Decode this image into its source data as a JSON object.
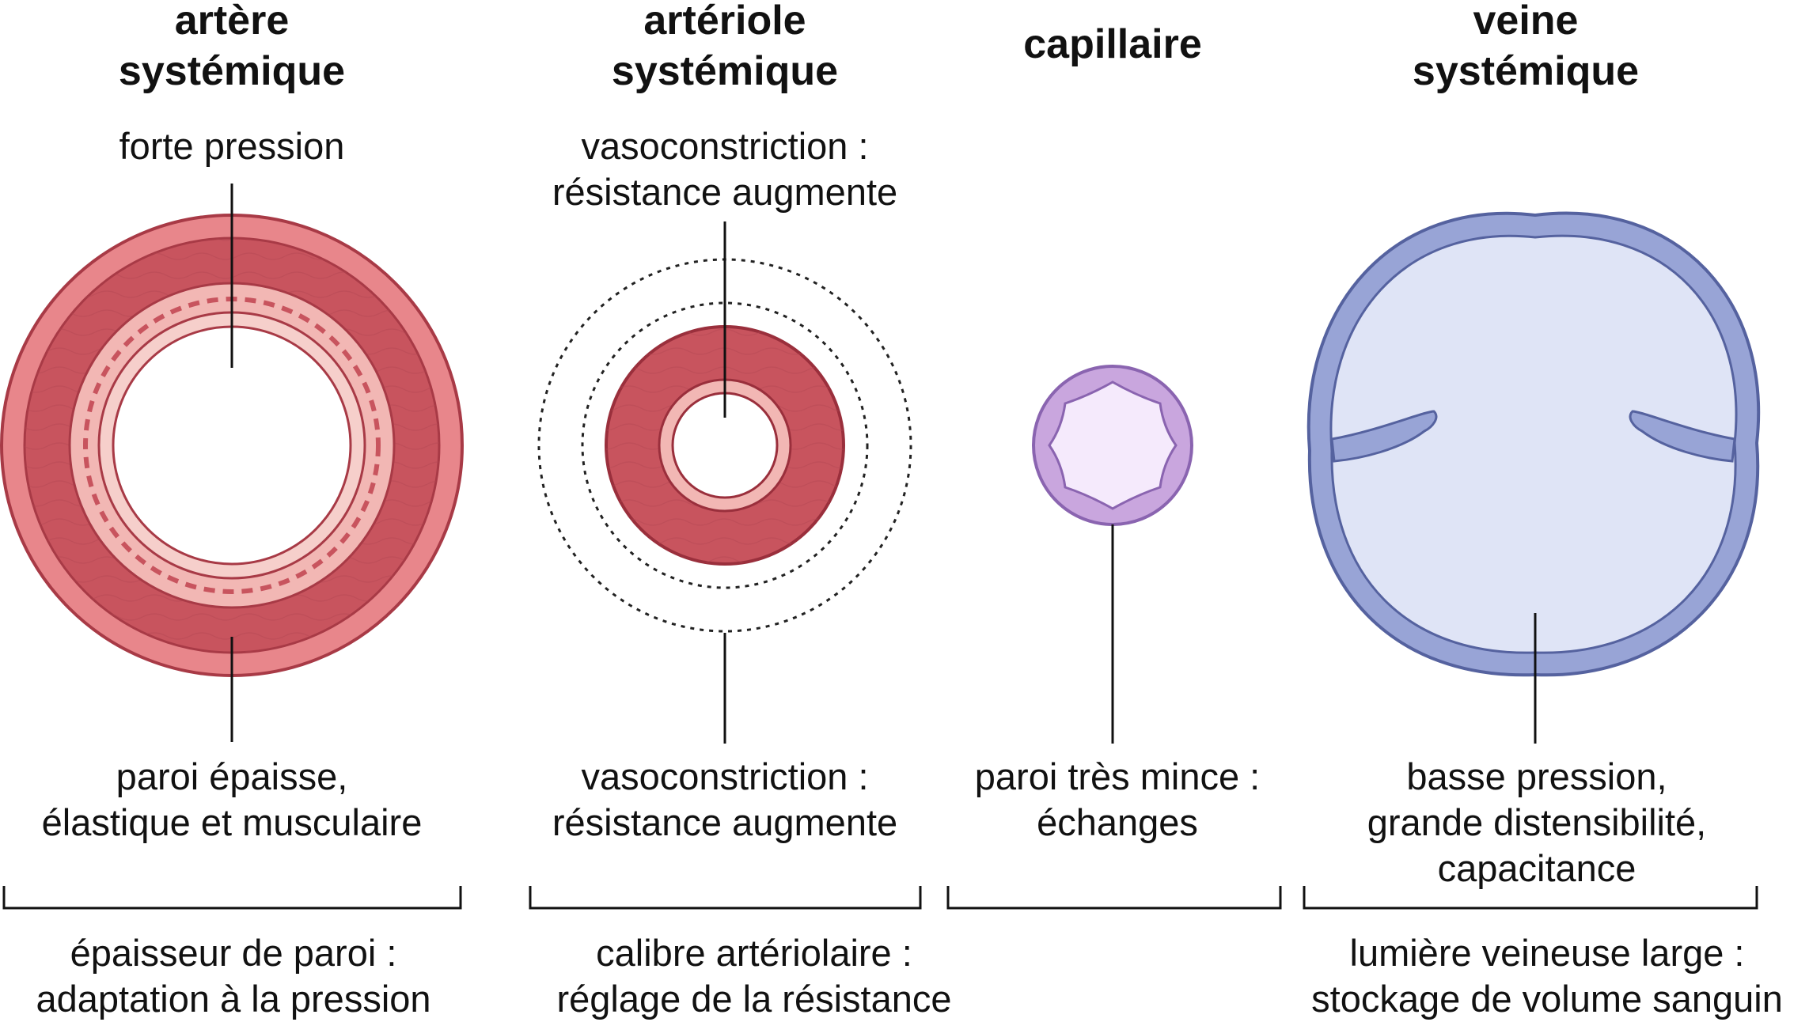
{
  "columns": [
    {
      "id": "artery",
      "title": [
        "artère",
        "systémique"
      ],
      "top_label": [
        "forte pression"
      ],
      "bottom_label": [
        "paroi épaisse,",
        "élastique et musculaire"
      ],
      "summary": [
        "épaisseur de paroi :",
        "adaptation à la pression"
      ],
      "colors": {
        "outer": "#e8868b",
        "media": "#c8545e",
        "inner": "#f2b7b4",
        "stroke": "#a83a46"
      }
    },
    {
      "id": "arteriole",
      "title": [
        "artériole",
        "systémique"
      ],
      "top_label": [
        "vasoconstriction :",
        "résistance augmente"
      ],
      "bottom_label": [
        "vasoconstriction :",
        "résistance augmente"
      ],
      "summary": [
        "calibre artériolaire :",
        "réglage de la résistance"
      ],
      "colors": {
        "media": "#c8545e",
        "inner": "#f2b7b4",
        "stroke": "#9a2f3c"
      }
    },
    {
      "id": "capillary",
      "title": [
        "capillaire"
      ],
      "top_label": [],
      "bottom_label": [
        "paroi très mince :",
        "échanges"
      ],
      "summary": [],
      "colors": {
        "wall": "#c9a6de",
        "lumen": "#f5eafc",
        "stroke": "#8a64b0"
      }
    },
    {
      "id": "vein",
      "title": [
        "veine",
        "systémique"
      ],
      "top_label": [],
      "bottom_label": [
        "basse pression,",
        "grande distensibilité,",
        "capacitance"
      ],
      "summary": [
        "lumière veineuse large :",
        "stockage de volume sanguin"
      ],
      "colors": {
        "wall": "#98a4d6",
        "lumen": "#dfe4f6",
        "stroke": "#55629f"
      }
    }
  ]
}
